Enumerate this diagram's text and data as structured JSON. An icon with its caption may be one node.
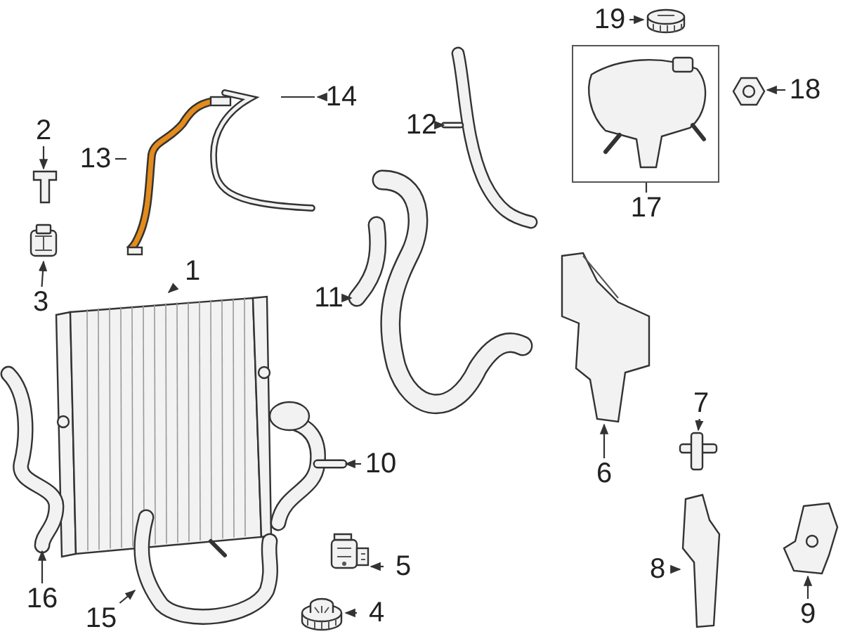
{
  "diagram": {
    "nodes": [
      {
        "text": [
          "1"
        ]
      },
      {
        "text": [
          "2"
        ]
      },
      {
        "text": [
          "3"
        ]
      },
      {
        "text": [
          "4"
        ]
      },
      {
        "text": [
          "5"
        ]
      },
      {
        "text": [
          "6"
        ]
      },
      {
        "text": [
          "7"
        ]
      },
      {
        "text": [
          "8"
        ]
      },
      {
        "text": [
          "9"
        ]
      },
      {
        "text": [
          "10"
        ]
      },
      {
        "text": [
          "11"
        ]
      },
      {
        "text": [
          "12"
        ]
      },
      {
        "text": [
          "13"
        ]
      },
      {
        "text": [
          "14"
        ]
      },
      {
        "text": [
          "15"
        ]
      },
      {
        "text": [
          "16"
        ]
      },
      {
        "text": [
          "17"
        ]
      },
      {
        "text": [
          "18"
        ]
      },
      {
        "text": [
          "19"
        ]
      },
      {
        "text": [],
        "shape": "picture"
      },
      {
        "text": [],
        "shape": "picture"
      },
      {
        "text": [],
        "shape": "picture"
      },
      {
        "text": [],
        "shape": "picture"
      },
      {
        "text": [],
        "shape": "picture"
      },
      {
        "text": [],
        "shape": "picture"
      },
      {
        "text": [],
        "shape": "picture"
      },
      {
        "text": [],
        "shape": "picture"
      },
      {
        "text": [],
        "shape": "picture"
      },
      {
        "text": [],
        "shape": "picture"
      },
      {
        "text": [],
        "shape": "picture"
      },
      {
        "text": [],
        "shape": "picture"
      },
      {
        "text": [],
        "shape": "picture"
      },
      {
        "text": [],
        "shape": "picture"
      },
      {
        "text": [],
        "shape": "picture"
      },
      {
        "text": [],
        "shape": "picture"
      },
      {
        "text": [],
        "shape": "box"
      },
      {
        "text": [],
        "shape": "picture"
      },
      {
        "text": [],
        "shape": "picture"
      },
      {
        "text": [],
        "shape": "picture",
        "in": 35
      }
    ],
    "edges": [
      {
        "from": 0,
        "to": 19,
        "arrow": "to"
      },
      {
        "from": 1,
        "to": 20,
        "arrow": "to"
      },
      {
        "from": 2,
        "to": 21,
        "arrow": "to"
      },
      {
        "from": 3,
        "to": 22,
        "arrow": "to"
      },
      {
        "from": 4,
        "to": 23,
        "arrow": "to"
      },
      {
        "from": 5,
        "to": 24,
        "arrow": "to"
      },
      {
        "from": 6,
        "to": 25,
        "arrow": "to"
      },
      {
        "from": 7,
        "to": 26,
        "arrow": "to"
      },
      {
        "from": 8,
        "to": 27,
        "arrow": "to"
      },
      {
        "from": 9,
        "to": 28,
        "arrow": "to"
      },
      {
        "from": 10,
        "to": 29,
        "arrow": "to"
      },
      {
        "from": 11,
        "to": 30,
        "arrow": "to"
      },
      {
        "from": 12,
        "to": 31,
        "arrow": "none"
      },
      {
        "from": 13,
        "to": 32,
        "arrow": "to"
      },
      {
        "from": 14,
        "to": 33,
        "arrow": "to"
      },
      {
        "from": 15,
        "to": 34,
        "arrow": "to"
      },
      {
        "from": 16,
        "to": 35,
        "arrow": "none"
      },
      {
        "from": 17,
        "to": 36,
        "arrow": "to"
      },
      {
        "from": 18,
        "to": 37,
        "arrow": "to"
      }
    ]
  }
}
